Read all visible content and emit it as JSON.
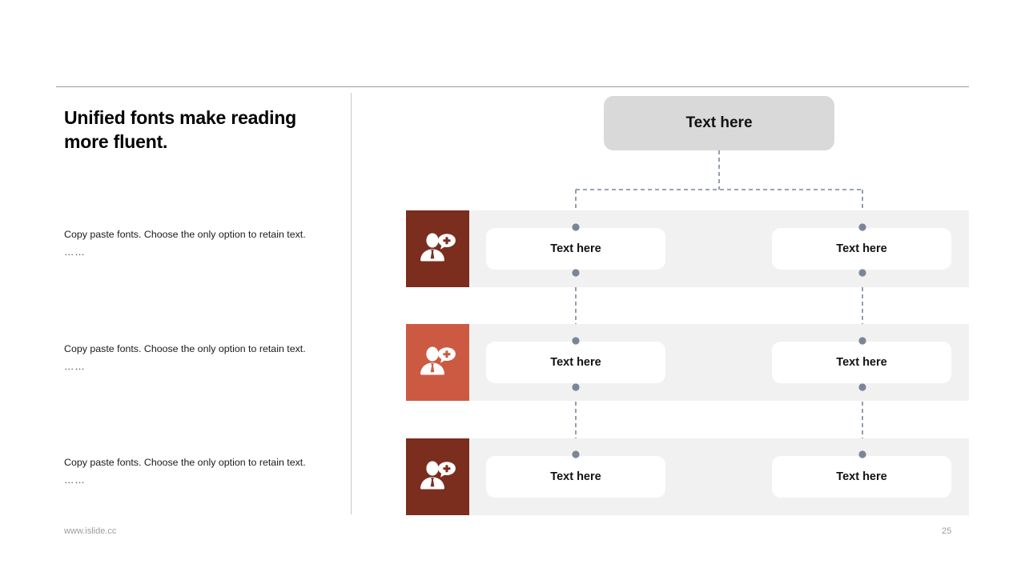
{
  "slide": {
    "title": "Unified fonts make reading more fluent.",
    "paragraph_text": "Copy paste fonts. Choose the only option to retain text.",
    "paragraph_dots": "……",
    "paragraphs": [
      {
        "text": "Copy paste fonts. Choose the only option to retain text.",
        "dots": "……"
      },
      {
        "text": "Copy paste fonts. Choose the only option to retain text.",
        "dots": "……"
      },
      {
        "text": "Copy paste fonts. Choose the only option to retain text.",
        "dots": "……"
      }
    ]
  },
  "diagram": {
    "root": {
      "label": "Text here",
      "fill": "#d9d9d9"
    },
    "rows": [
      {
        "icon": "businessman-speech-bubble-plus-icon",
        "tile_color": "#7b2d1e",
        "band_color": "#f1f1f1",
        "nodes": [
          {
            "label": "Text here"
          },
          {
            "label": "Text here"
          }
        ]
      },
      {
        "icon": "businessman-speech-bubble-plus-icon",
        "tile_color": "#cc5a43",
        "band_color": "#f1f1f1",
        "nodes": [
          {
            "label": "Text here"
          },
          {
            "label": "Text here"
          }
        ]
      },
      {
        "icon": "businessman-speech-bubble-plus-icon",
        "tile_color": "#7b2d1e",
        "band_color": "#f1f1f1",
        "nodes": [
          {
            "label": "Text here"
          },
          {
            "label": "Text here"
          }
        ]
      }
    ],
    "connector_color": "#7a8698",
    "connector_dot_color": "#7a8698"
  },
  "footer": {
    "url": "www.islide.cc",
    "page_number": "25"
  }
}
